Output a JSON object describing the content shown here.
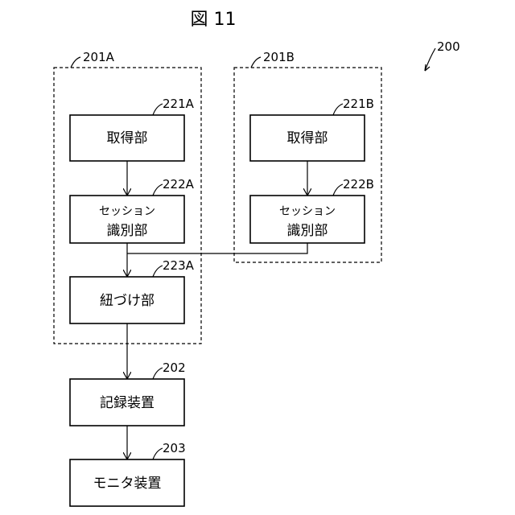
{
  "figure": {
    "title": "図 11",
    "ref_system": "200"
  },
  "groups": {
    "a": {
      "ref": "201A"
    },
    "b": {
      "ref": "201B"
    }
  },
  "blocks": {
    "acquire_a": {
      "ref": "221A",
      "label": "取得部"
    },
    "session_a": {
      "ref": "222A",
      "label_line1": "セッション",
      "label_line2": "識別部"
    },
    "link_a": {
      "ref": "223A",
      "label": "紐づけ部"
    },
    "acquire_b": {
      "ref": "221B",
      "label": "取得部"
    },
    "session_b": {
      "ref": "222B",
      "label_line1": "セッション",
      "label_line2": "識別部"
    },
    "recorder": {
      "ref": "202",
      "label": "記録装置"
    },
    "monitor": {
      "ref": "203",
      "label": "モニタ装置"
    }
  }
}
